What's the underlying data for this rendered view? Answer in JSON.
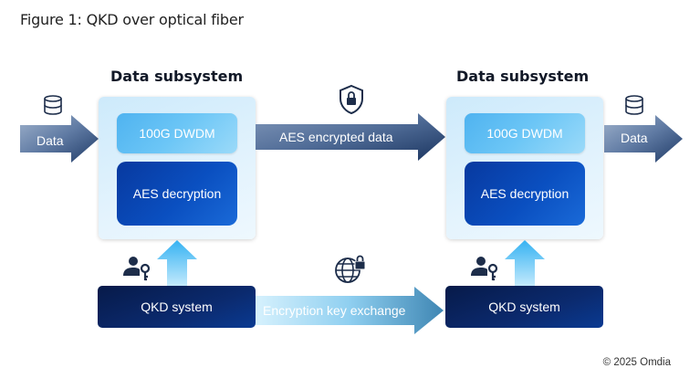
{
  "figure": {
    "title": "Figure 1: QKD over optical fiber",
    "copyright": "© 2025 Omdia"
  },
  "left_subsystem": {
    "title": "Data subsystem",
    "dwdm_label": "100G DWDM",
    "aes_label": "AES decryption",
    "qkd_label": "QKD system"
  },
  "right_subsystem": {
    "title": "Data subsystem",
    "dwdm_label": "100G DWDM",
    "aes_label": "AES decryption",
    "qkd_label": "QKD system"
  },
  "arrows": {
    "data_in": "Data",
    "encrypted": "AES encrypted data",
    "data_out": "Data",
    "key_exchange": "Encryption key exchange"
  },
  "icons": {
    "data_in": "database-icon",
    "encrypted": "shield-lock-icon",
    "data_out": "database-icon",
    "key_exchange": "globe-lock-icon",
    "left_qkd": "user-key-icon",
    "right_qkd": "user-key-icon"
  },
  "colors": {
    "dark_navy": "#0b2a6e",
    "aes_blue": "#0a4fc0",
    "dwdm_blue": "#6cc6f6",
    "arrow_slate": "#3d5a86",
    "key_arrow_light": "#aee2fa"
  }
}
